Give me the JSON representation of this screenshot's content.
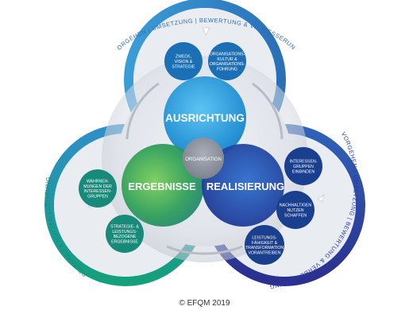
{
  "diagram": {
    "ring_labels": {
      "top": "VORGEHEN | UMSETZUNG | BEWERTUNG & VERBESSERUNG",
      "right": "VORGEHEN | UMSETZUNG | BEWERTUNG & VERBESSERUNG",
      "left": "RELEVANZ & NUTZEN | LEISTUNG"
    },
    "center": "ORGANISATION",
    "main_circles": {
      "ausrichtung": "AUSRICHTUNG",
      "ergebnisse": "ERGEBNISSE",
      "realisierung": "REALISIERUNG"
    },
    "criteria": {
      "zweck": [
        "ZWECK,",
        "VISION &",
        "STRATEGIE"
      ],
      "kultur": [
        "ORGANISATIONS-",
        "KULTUR &",
        "ORGANISATIONS-",
        "FÜHRUNG"
      ],
      "interessengruppen": [
        "INTERESSEN-",
        "GRUPPEN",
        "EINBINDEN"
      ],
      "nutzen": [
        "NACHHALTIGEN",
        "NUTZEN",
        "SCHAFFEN"
      ],
      "transformation": [
        "LEISTUNGS-",
        "FÄHIGKEIT &",
        "TRANSFORMATION",
        "VORANTREIBEN"
      ],
      "wahrnehmungen": [
        "WAHRNEH-",
        "MUNGEN DER",
        "INTERESSEN-",
        "GRUPPEN"
      ],
      "strategie_ergebnisse": [
        "STRATEGIE- &",
        "LEISTUNGS-",
        "BEZOGENE",
        "ERGEBNISSE"
      ]
    },
    "colors": {
      "ring_top": "#2f8fd0",
      "ring_right": "#2c3f9e",
      "ring_left": "#1a9a7a",
      "ausrichtung": "#2a9fe0",
      "ergebnisse": "#3aa25a",
      "realisierung": "#1f4fa8",
      "criteria_blue": "#1b6fb5",
      "criteria_navy": "#1a3f8f",
      "criteria_teal": "#178a7a"
    }
  },
  "caption": "© EFQM 2019"
}
